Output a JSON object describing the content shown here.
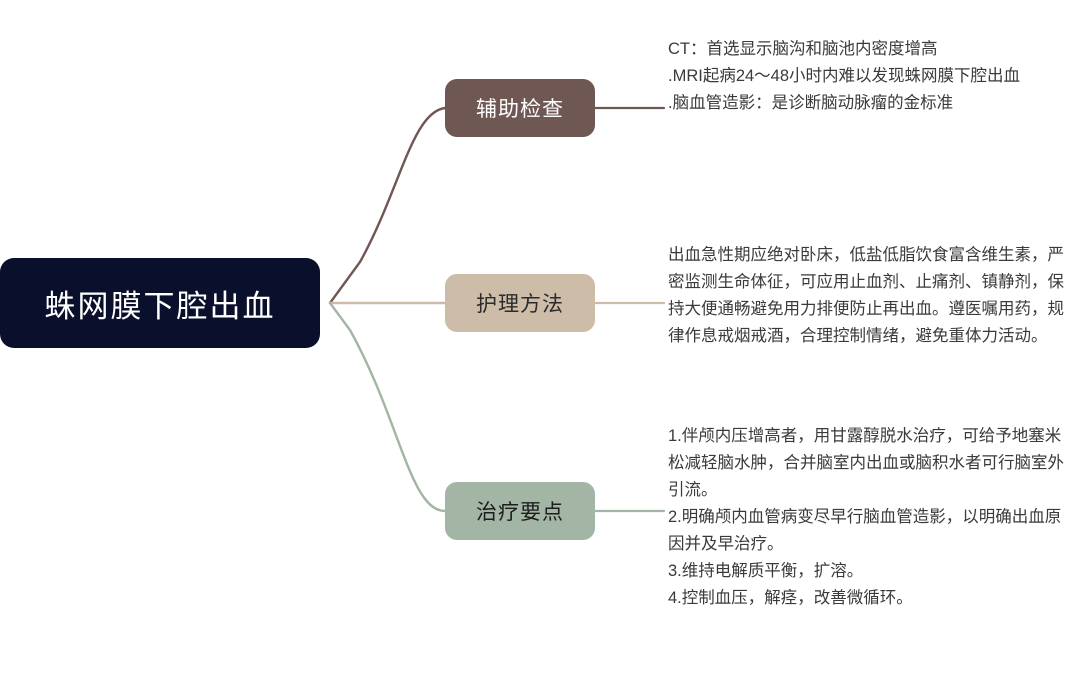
{
  "root": {
    "label": "蛛网膜下腔出血",
    "color": "#0a0f2c",
    "text_color": "#ffffff"
  },
  "branches": [
    {
      "id": "exam",
      "label": "辅助检查",
      "color": "#6f5754",
      "text_color": "#ffffff",
      "detail": "CT：首选显示脑沟和脑池内密度增高\n.MRI起病24～48小时内难以发现蛛网膜下腔出血\n.脑血管造影：是诊断脑动脉瘤的金标准"
    },
    {
      "id": "nursing",
      "label": "护理方法",
      "color": "#cdbca8",
      "text_color": "#2b2b2b",
      "detail": "出血急性期应绝对卧床，低盐低脂饮食富含维生素，严密监测生命体征，可应用止血剂、止痛剂、镇静剂，保持大便通畅避免用力排便防止再出血。遵医嘱用药，规律作息戒烟戒酒，合理控制情绪，避免重体力活动。"
    },
    {
      "id": "treatment",
      "label": "治疗要点",
      "color": "#a3b5a4",
      "text_color": "#1d1d1d",
      "detail": "1.伴颅内压增高者，用甘露醇脱水治疗，可给予地塞米松减轻脑水肿，合并脑室内出血或脑积水者可行脑室外引流。\n2.明确颅内血管病变尽早行脑血管造影，以明确出血原因并及早治疗。\n3.维持电解质平衡，扩溶。\n4.控制血压，解痉，改善微循环。"
    }
  ],
  "detail_text_color": "#3a3a3a",
  "background": "#ffffff"
}
